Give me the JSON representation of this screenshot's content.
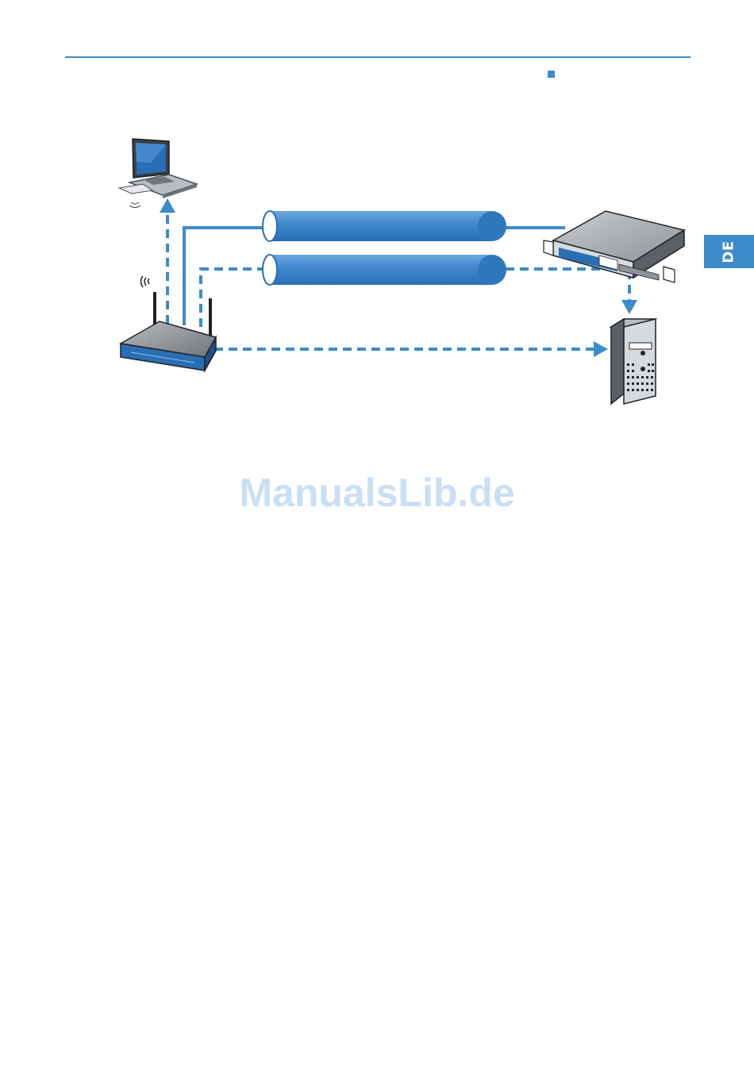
{
  "page": {
    "side_tab_label": "DE",
    "watermark_text": "ManualsLib.de",
    "accent_color": "#3d8bcb"
  },
  "diagram": {
    "nodes": [
      {
        "id": "laptop",
        "icon": "laptop-icon"
      },
      {
        "id": "access-point",
        "icon": "wireless-router-icon"
      },
      {
        "id": "vpn-gateway",
        "icon": "rack-gateway-icon"
      },
      {
        "id": "server",
        "icon": "tower-server-icon"
      }
    ],
    "tunnels": [
      {
        "id": "tunnel-1",
        "line_style": "solid"
      },
      {
        "id": "tunnel-2",
        "line_style": "dashed"
      }
    ],
    "connections": [
      {
        "from": "access-point",
        "to": "laptop",
        "style": "dashed",
        "arrow": true
      },
      {
        "from": "access-point",
        "to": "vpn-gateway",
        "via": "tunnel-1",
        "style": "solid",
        "arrow": false
      },
      {
        "from": "access-point",
        "to": "vpn-gateway",
        "via": "tunnel-2",
        "style": "dashed",
        "arrow": false
      },
      {
        "from": "vpn-gateway",
        "to": "server",
        "style": "dashed",
        "arrow": true
      },
      {
        "from": "access-point",
        "to": "server",
        "style": "dashed",
        "arrow": true
      }
    ]
  }
}
